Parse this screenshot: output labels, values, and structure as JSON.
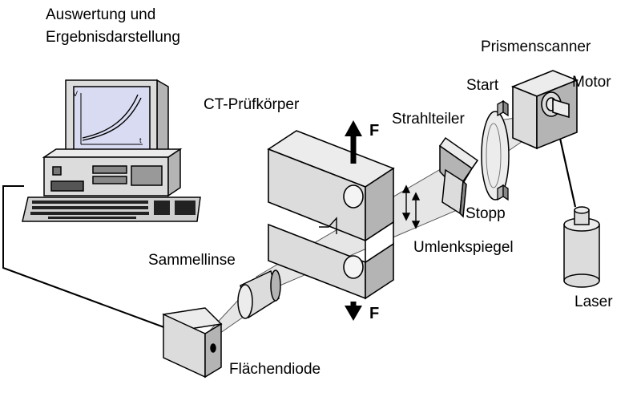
{
  "labels": {
    "evaluation_line1": "Auswertung und",
    "evaluation_line2": "Ergebnisdarstellung",
    "specimen": "CT-Prüfkörper",
    "beam_splitter": "Strahlteiler",
    "prism_scanner": "Prismenscanner",
    "start": "Start",
    "motor": "Motor",
    "stop": "Stopp",
    "deflection_mirror": "Umlenkspiegel",
    "collecting_lens": "Sammellinse",
    "laser": "Laser",
    "area_diode": "Flächendiode",
    "force_top": "F",
    "force_bottom": "F"
  },
  "monitor_graph": {
    "x_axis_label": "t",
    "y_axis_label": "V"
  },
  "colors": {
    "face_light": "#f2f2f2",
    "face_mid": "#dcdcdc",
    "face_dark": "#b4b4b4",
    "beam": "#e6e6e6",
    "screen": "#d9dbf2",
    "ink": "#000000"
  }
}
